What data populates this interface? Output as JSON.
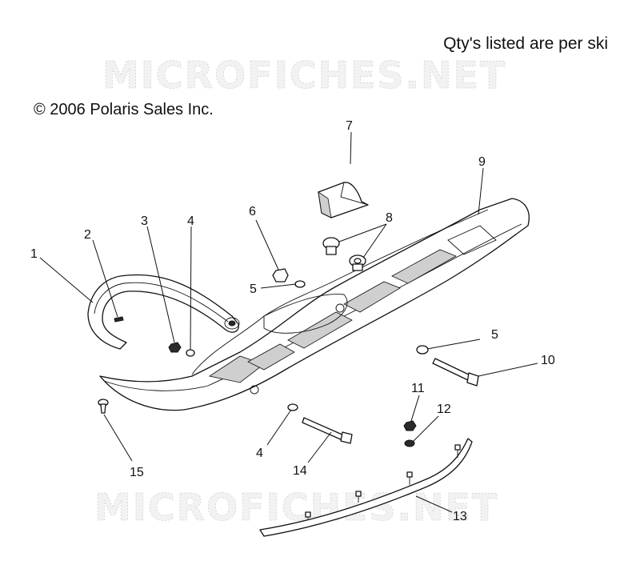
{
  "qty_note": "Qty's listed are per ski",
  "copyright": "© 2006 Polaris Sales Inc.",
  "watermark": "MICROFICHES.NET",
  "callouts": [
    {
      "id": "1",
      "label": "1"
    },
    {
      "id": "2",
      "label": "2"
    },
    {
      "id": "3",
      "label": "3"
    },
    {
      "id": "4a",
      "label": "4"
    },
    {
      "id": "4b",
      "label": "4"
    },
    {
      "id": "5a",
      "label": "5"
    },
    {
      "id": "5b",
      "label": "5"
    },
    {
      "id": "6",
      "label": "6"
    },
    {
      "id": "7",
      "label": "7"
    },
    {
      "id": "8",
      "label": "8"
    },
    {
      "id": "9",
      "label": "9"
    },
    {
      "id": "10",
      "label": "10"
    },
    {
      "id": "11",
      "label": "11"
    },
    {
      "id": "12",
      "label": "12"
    },
    {
      "id": "13",
      "label": "13"
    },
    {
      "id": "14",
      "label": "14"
    },
    {
      "id": "15",
      "label": "15"
    }
  ]
}
